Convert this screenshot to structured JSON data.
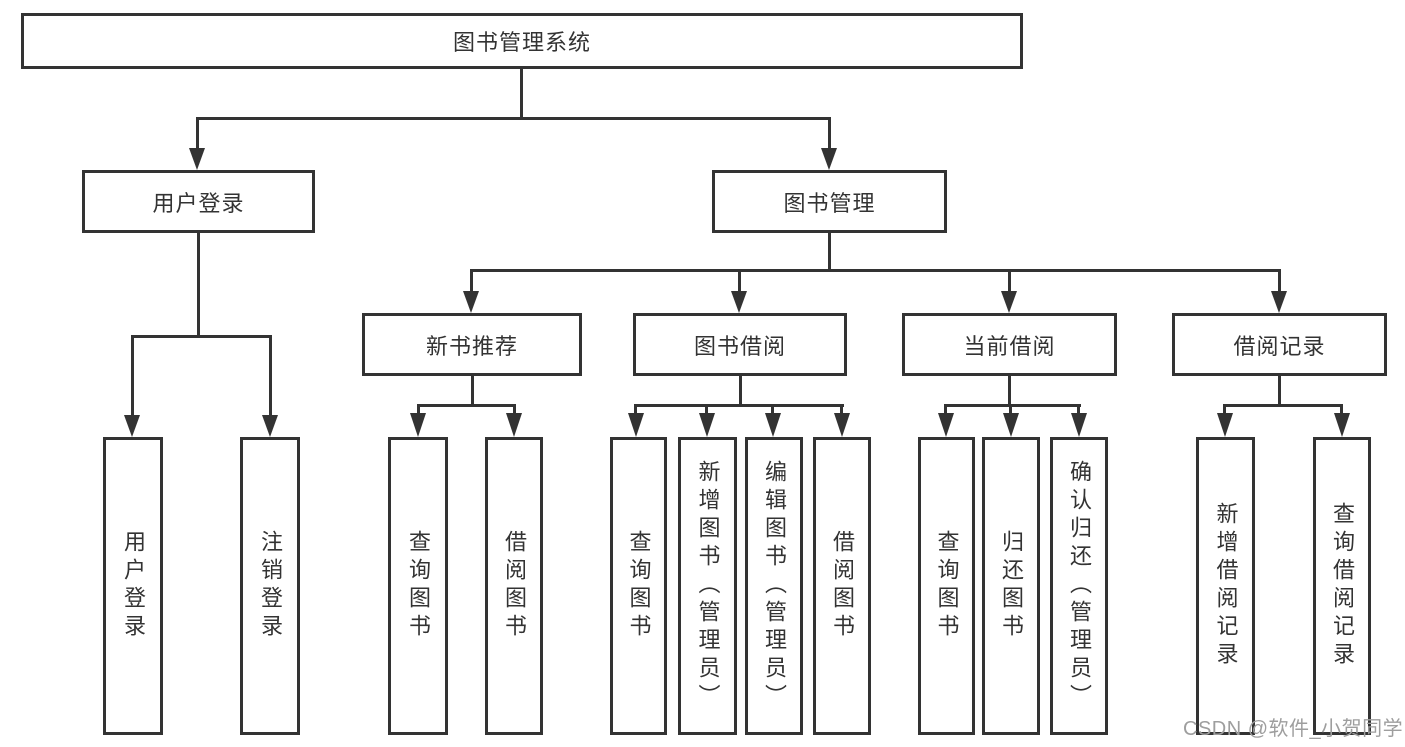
{
  "diagram": {
    "watermark": "CSDN @软件_小贺同学",
    "colors": {
      "line": "#333333",
      "text": "#333333",
      "background": "#ffffff",
      "watermark": "#9e9e9e"
    },
    "tree": {
      "label": "图书管理系统",
      "children": [
        {
          "label": "用户登录",
          "children": [
            {
              "label": "用户登录"
            },
            {
              "label": "注销登录"
            }
          ]
        },
        {
          "label": "图书管理",
          "children": [
            {
              "label": "新书推荐",
              "children": [
                {
                  "label": "查询图书"
                },
                {
                  "label": "借阅图书"
                }
              ]
            },
            {
              "label": "图书借阅",
              "children": [
                {
                  "label": "查询图书"
                },
                {
                  "label": "新增图书（管理员）"
                },
                {
                  "label": "编辑图书（管理员）"
                },
                {
                  "label": "借阅图书"
                }
              ]
            },
            {
              "label": "当前借阅",
              "children": [
                {
                  "label": "查询图书"
                },
                {
                  "label": "归还图书"
                },
                {
                  "label": "确认归还（管理员）"
                }
              ]
            },
            {
              "label": "借阅记录",
              "children": [
                {
                  "label": "新增借阅记录"
                },
                {
                  "label": "查询借阅记录"
                }
              ]
            }
          ]
        }
      ]
    }
  }
}
